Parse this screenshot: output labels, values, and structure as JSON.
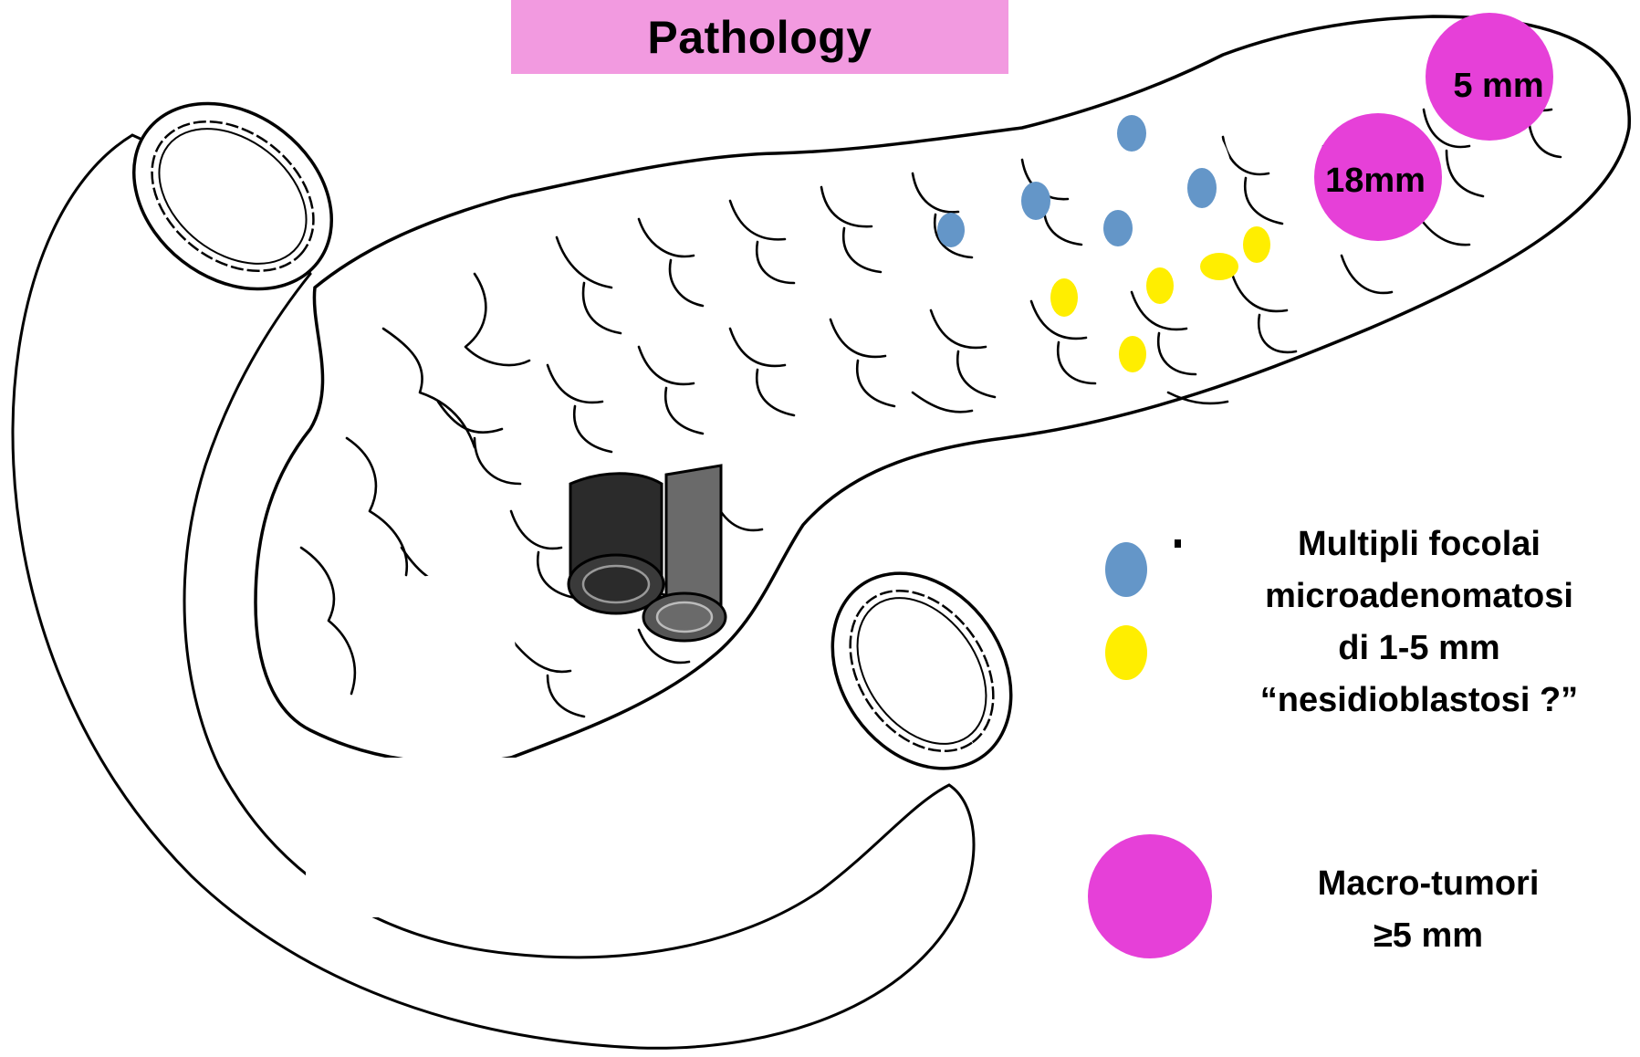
{
  "title": "Pathology",
  "colors": {
    "title_bg": "#f29ae0",
    "micro_blue": "#6496c8",
    "micro_yellow": "#ffee00",
    "macro_magenta": "#e640d8",
    "vessel_dark": "#2b2b2b",
    "vessel_grey": "#6a6a6a"
  },
  "tumor_labels": {
    "tail": "5 mm",
    "body": "18mm"
  },
  "legend": {
    "micro": {
      "icon_colors": [
        "blue",
        "yellow"
      ],
      "lines": [
        "Multipli focolai",
        "microadenomatosi",
        "di 1-5 mm",
        "“nesidioblastosi ?”"
      ]
    },
    "macro": {
      "icon_color": "magenta",
      "lines": [
        "Macro-tumori",
        "≥5 mm"
      ]
    }
  }
}
